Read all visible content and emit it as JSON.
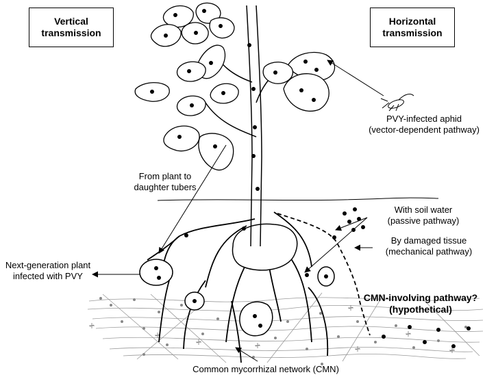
{
  "boxes": {
    "vertical": "Vertical\ntransmission",
    "horizontal": "Horizontal\ntransmission"
  },
  "labels": {
    "aphid": "PVY-infected aphid\n(vector-dependent pathway)",
    "daughter_tubers": "From plant to\ndaughter tubers",
    "soil_water": "With soil water\n(passive pathway)",
    "damaged_tissue": "By damaged tissue\n(mechanical pathway)",
    "next_generation": "Next-generation plant\ninfected with PVY",
    "cmn_pathway": "CMN-involving pathway?\n(hypothetical)",
    "cmn": "Common mycorrhizal network (CMN)"
  }
}
